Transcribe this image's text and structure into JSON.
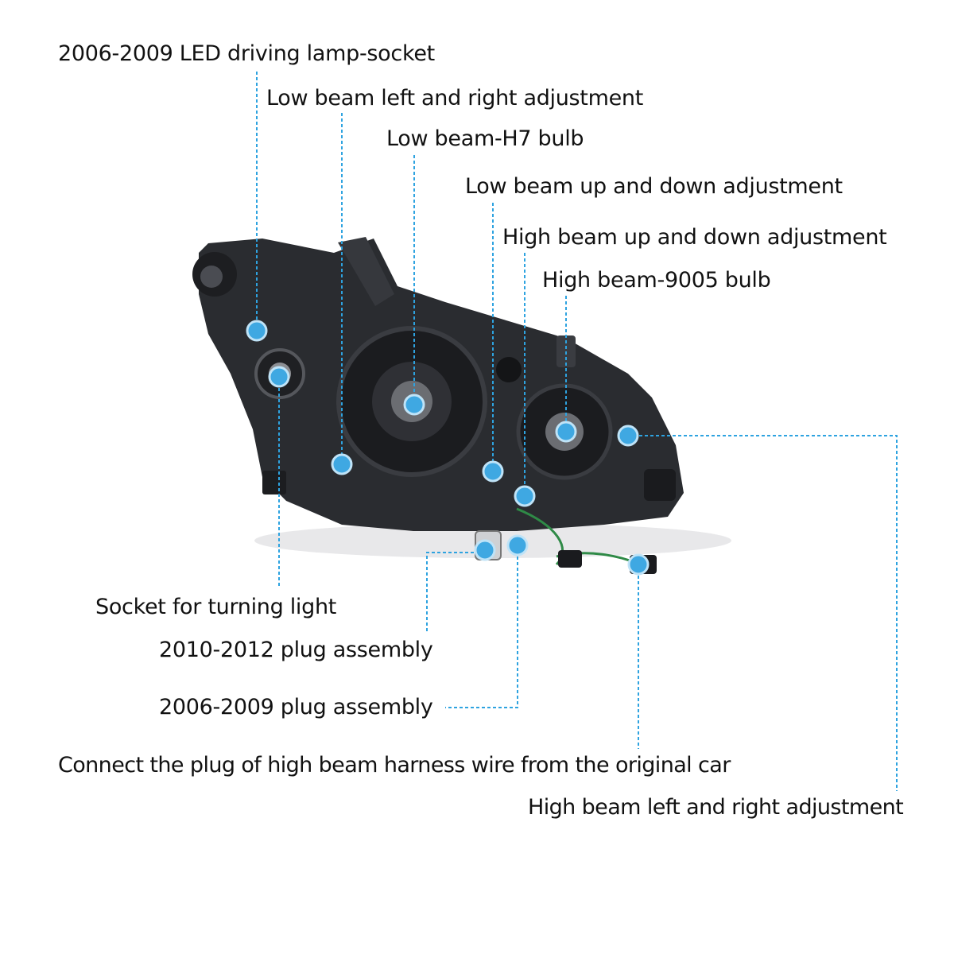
{
  "callouts": {
    "led_socket": "2006-2009 LED driving lamp-socket",
    "low_lr": "Low beam left and right adjustment",
    "low_h7": "Low beam-H7 bulb",
    "low_ud": "Low beam up and down adjustment",
    "high_ud": "High beam up and down adjustment",
    "high_9005": "High beam-9005 bulb",
    "turn_socket": "Socket for turning light",
    "plug_2010": "2010-2012 plug assembly",
    "plug_2006": "2006-2009 plug assembly",
    "harness": "Connect the plug of high beam harness wire from the original car",
    "high_lr": "High beam left and right adjustment"
  },
  "colors": {
    "leader": "#2ea3e0",
    "dot": "#3fa8e2",
    "housing": "#26282b"
  }
}
